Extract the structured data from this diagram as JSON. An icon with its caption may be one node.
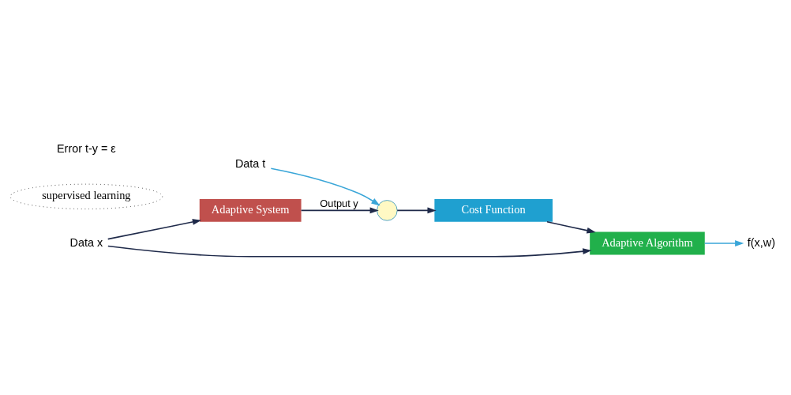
{
  "diagram": {
    "nodes": [
      {
        "text": [
          "Data x"
        ]
      },
      {
        "text": [
          "f(x,w)"
        ]
      },
      {
        "text": [
          "Adaptive System"
        ]
      },
      {
        "text": [
          "Data t"
        ]
      },
      {
        "text": [],
        "shape": "circle"
      },
      {
        "text": [
          "Cost Function"
        ]
      },
      {
        "text": [
          "Adaptive Algorithm"
        ]
      },
      {
        "text": [
          "supervised learning"
        ]
      }
    ],
    "edges": [
      {
        "from": 0,
        "to": 2,
        "arrow": "to"
      },
      {
        "from": 0,
        "to": 6,
        "arrow": "to"
      },
      {
        "from": 2,
        "to": 4,
        "arrow": "to",
        "label": "Output y"
      },
      {
        "from": 3,
        "to": 4,
        "arrow": "to",
        "color": "#3aa6d8"
      },
      {
        "from": 4,
        "to": 5,
        "arrow": "to"
      },
      {
        "from": 5,
        "to": 6,
        "arrow": "to"
      },
      {
        "from": 6,
        "to": 1,
        "arrow": "to",
        "color": "#3aa6d8"
      }
    ],
    "labels": [
      "Error t-y = ε"
    ]
  }
}
